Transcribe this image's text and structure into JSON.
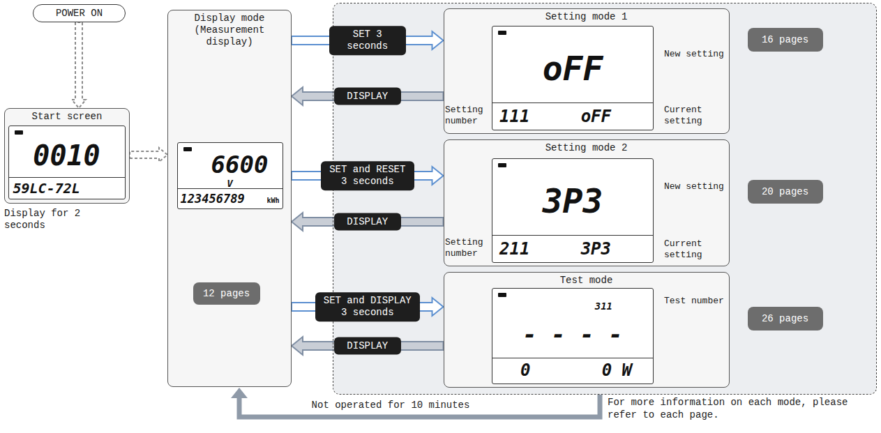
{
  "diagram": {
    "nodes": [
      {
        "text": [
          "POWER ON"
        ]
      },
      {
        "text": [
          "Start screen"
        ]
      },
      {
        "text": [
          "0010",
          "59LC-72L"
        ],
        "in": 1
      },
      {
        "text": [
          "Display mode (Measurement display)"
        ]
      },
      {
        "text": [
          "6600",
          "V",
          "123456789",
          "kWh"
        ],
        "in": 3
      },
      {
        "text": [
          "12 pages"
        ],
        "in": 3
      },
      {
        "text": [
          "For more information on each mode, please refer to each page."
        ]
      },
      {
        "text": [
          "Setting mode 1"
        ],
        "in": 6
      },
      {
        "text": [
          "oFF",
          "111",
          "oFF"
        ],
        "in": 7
      },
      {
        "text": [
          "16 pages"
        ],
        "in": 6
      },
      {
        "text": [
          "Setting mode 2"
        ],
        "in": 6
      },
      {
        "text": [
          "3P3",
          "211",
          "3P3"
        ],
        "in": 10
      },
      {
        "text": [
          "20 pages"
        ],
        "in": 6
      },
      {
        "text": [
          "Test mode"
        ],
        "in": 6
      },
      {
        "text": [
          "311",
          "- - - -",
          "0",
          "0 W"
        ],
        "in": 13
      },
      {
        "text": [
          "26 pages"
        ],
        "in": 6
      }
    ],
    "edges": [
      {
        "from": 0,
        "to": 1,
        "arrow": "to"
      },
      {
        "from": 1,
        "to": 3,
        "arrow": "to"
      },
      {
        "from": 3,
        "to": 7,
        "label": "SET 3 seconds",
        "arrow": "to"
      },
      {
        "from": 7,
        "to": 3,
        "label": "DISPLAY",
        "arrow": "to"
      },
      {
        "from": 3,
        "to": 10,
        "label": "SET and RESET 3 seconds",
        "arrow": "to"
      },
      {
        "from": 10,
        "to": 3,
        "label": "DISPLAY",
        "arrow": "to"
      },
      {
        "from": 3,
        "to": 13,
        "label": "SET and DISPLAY 3 seconds",
        "arrow": "to"
      },
      {
        "from": 13,
        "to": 3,
        "label": "DISPLAY",
        "arrow": "to"
      },
      {
        "from": 6,
        "to": 3,
        "label": "Not operated for 10 minutes",
        "arrow": "to"
      }
    ],
    "labels": [
      "Display for 2 seconds",
      "New setting",
      "Setting number",
      "Current setting",
      "New setting",
      "Setting number",
      "Current setting",
      "Test number"
    ]
  }
}
